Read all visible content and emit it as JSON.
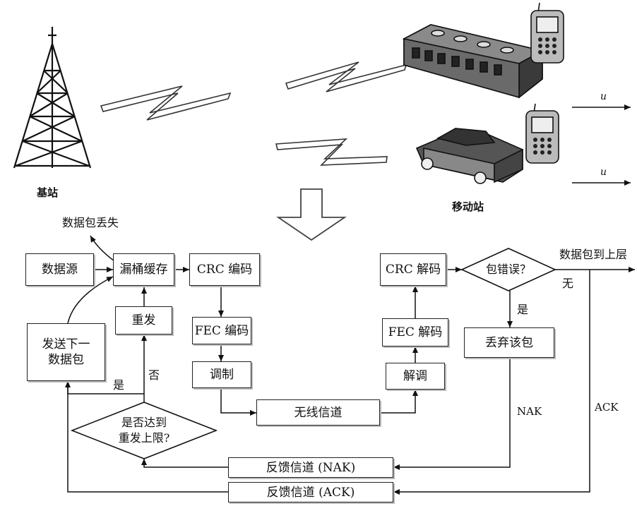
{
  "illustration": {
    "base_station_label": "基站",
    "mobile_station_label": "移动站",
    "velocity_label_1": "u",
    "velocity_label_2": "u"
  },
  "flowchart": {
    "data_source": "数据源",
    "leaky_bucket": "漏桶缓存",
    "packet_loss": "数据包丢失",
    "crc_encode": "CRC 编码",
    "fec_encode": "FEC 编码",
    "modulate": "调制",
    "wireless_channel": "无线信道",
    "demodulate": "解调",
    "fec_decode": "FEC 解码",
    "crc_decode": "CRC 解码",
    "packet_error": "包错误？",
    "deliver_upper": "数据包到上层",
    "no_label": "无",
    "yes_label_right": "是",
    "discard_packet": "丢弃该包",
    "nak_label": "NAK",
    "ack_label": "ACK",
    "retransmit": "重发",
    "send_next": "发送下一\n数据包",
    "yes_label_left": "是",
    "no_label_left": "否",
    "retry_limit": "是否达到\n重发上限?",
    "feedback_nak": "反馈信道 (NAK)",
    "feedback_ack": "反馈信道 (ACK)"
  }
}
